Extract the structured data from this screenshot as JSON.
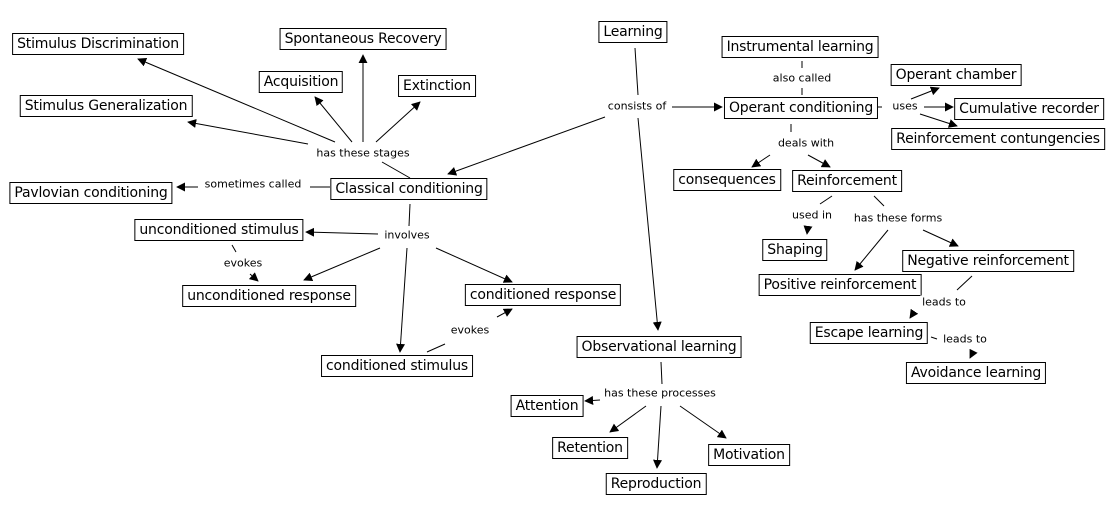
{
  "concepts": {
    "learning": "Learning",
    "classical": "Classical conditioning",
    "operant": "Operant conditioning",
    "observational": "Observational learning",
    "stim_disc": "Stimulus Discrimination",
    "stim_gen": "Stimulus Generalization",
    "spont": "Spontaneous Recovery",
    "acquisition": "Acquisition",
    "extinction": "Extinction",
    "pavlovian": "Pavlovian conditioning",
    "ucs": "unconditioned stimulus",
    "ucr": "unconditioned response",
    "cr": "conditioned response",
    "cs": "conditioned stimulus",
    "instrumental": "Instrumental learning",
    "op_chamber": "Operant chamber",
    "cum_recorder": "Cumulative recorder",
    "reinf_cont": "Reinforcement contungencies",
    "consequences": "consequences",
    "reinforcement": "Reinforcement",
    "shaping": "Shaping",
    "neg_reinf": "Negative reinforcement",
    "pos_reinf": "Positive reinforcement",
    "escape": "Escape learning",
    "avoidance": "Avoidance learning",
    "attention": "Attention",
    "retention": "Retention",
    "reproduction": "Reproduction",
    "motivation": "Motivation"
  },
  "links": {
    "consists_of": "consists of",
    "has_stages": "has these stages",
    "sometimes_called": "sometimes called",
    "involves": "involves",
    "evokes_1": "evokes",
    "evokes_2": "evokes",
    "also_called": "also called",
    "uses": "uses",
    "deals_with": "deals with",
    "used_in": "used in",
    "has_forms": "has these forms",
    "leads_to_1": "leads to",
    "leads_to_2": "leads to",
    "has_processes": "has these processes"
  }
}
